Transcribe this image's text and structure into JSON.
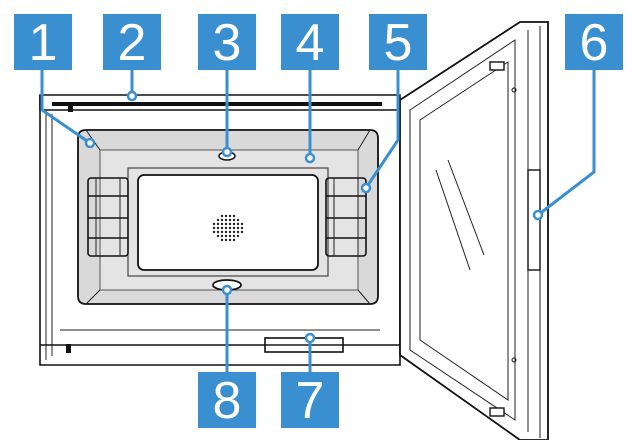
{
  "callouts": [
    {
      "id": "1",
      "label": "1"
    },
    {
      "id": "2",
      "label": "2"
    },
    {
      "id": "3",
      "label": "3"
    },
    {
      "id": "4",
      "label": "4"
    },
    {
      "id": "5",
      "label": "5"
    },
    {
      "id": "6",
      "label": "6"
    },
    {
      "id": "7",
      "label": "7"
    },
    {
      "id": "8",
      "label": "8"
    }
  ],
  "colors": {
    "callout_fill": "#3a8fd0",
    "callout_text": "#ffffff",
    "line_art": "#111111",
    "cavity_grey": "#d9d9d9"
  }
}
